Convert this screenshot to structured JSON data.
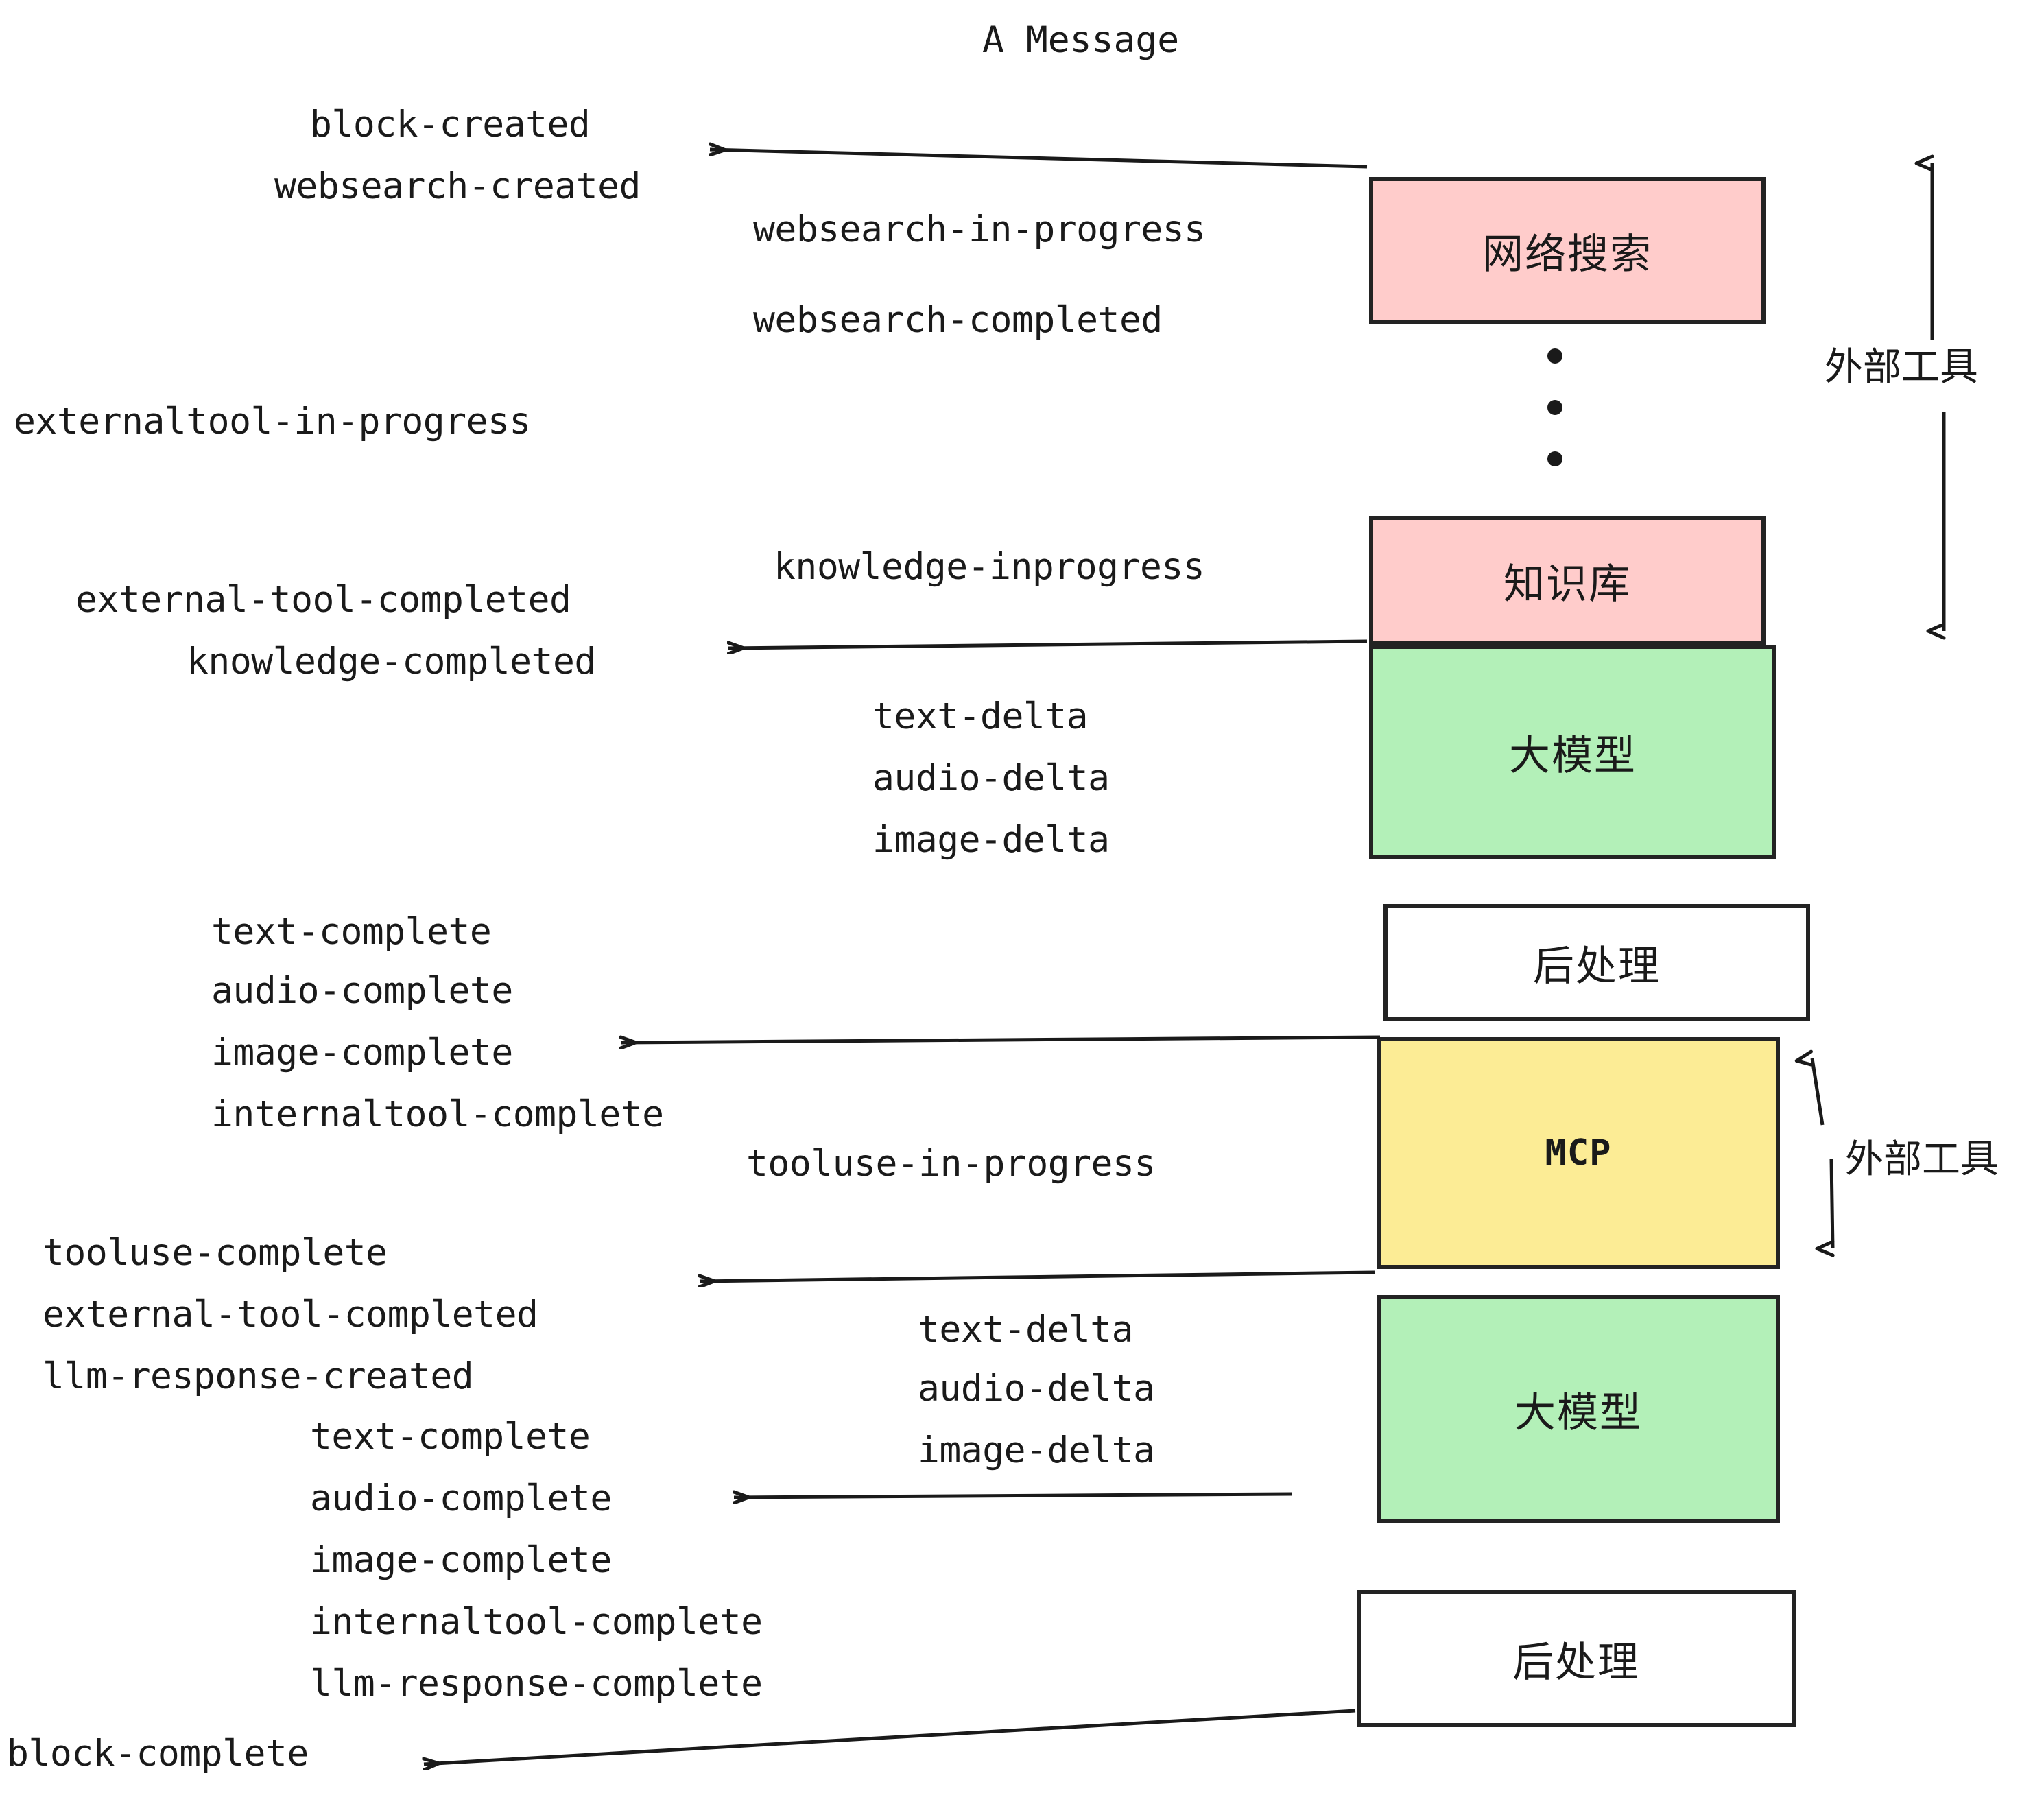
{
  "title": "A Message",
  "colors": {
    "pink": "#ffcccb",
    "green": "#b3f0b8",
    "yellow": "#fcec95",
    "white": "#ffffff",
    "stroke": "#232323",
    "text": "#1a1a1a"
  },
  "nodes": [
    {
      "id": "websearch",
      "label": "网络搜索",
      "fill": "#ffcccb",
      "script": "cjk"
    },
    {
      "id": "knowledge",
      "label": "知识库",
      "fill": "#ffcccb",
      "script": "cjk"
    },
    {
      "id": "llm-1",
      "label": "大模型",
      "fill": "#b3f0b8",
      "script": "cjk"
    },
    {
      "id": "postprocess-1",
      "label": "后处理",
      "fill": "#ffffff",
      "script": "cjk"
    },
    {
      "id": "mcp",
      "label": "MCP",
      "fill": "#fcec95",
      "script": "latin"
    },
    {
      "id": "llm-2",
      "label": "大模型",
      "fill": "#b3f0b8",
      "script": "cjk"
    },
    {
      "id": "postprocess-2",
      "label": "后处理",
      "fill": "#ffffff",
      "script": "cjk"
    }
  ],
  "group_labels": [
    {
      "id": "external-tools-top",
      "label": "外部工具"
    },
    {
      "id": "external-tools-bottom",
      "label": "外部工具"
    }
  ],
  "events": [
    {
      "id": "e01",
      "text": "block-created"
    },
    {
      "id": "e02",
      "text": "websearch-created"
    },
    {
      "id": "e03",
      "text": "websearch-in-progress"
    },
    {
      "id": "e04",
      "text": "websearch-completed"
    },
    {
      "id": "e05",
      "text": "externaltool-in-progress"
    },
    {
      "id": "e06",
      "text": "knowledge-inprogress"
    },
    {
      "id": "e07",
      "text": "external-tool-completed"
    },
    {
      "id": "e08",
      "text": "knowledge-completed"
    },
    {
      "id": "e09",
      "text": "text-delta"
    },
    {
      "id": "e10",
      "text": "audio-delta"
    },
    {
      "id": "e11",
      "text": "image-delta"
    },
    {
      "id": "e12",
      "text": "text-complete"
    },
    {
      "id": "e13",
      "text": "audio-complete"
    },
    {
      "id": "e14",
      "text": "image-complete"
    },
    {
      "id": "e15",
      "text": "internaltool-complete"
    },
    {
      "id": "e16",
      "text": "tooluse-in-progress"
    },
    {
      "id": "e17",
      "text": "tooluse-complete"
    },
    {
      "id": "e18",
      "text": "external-tool-completed"
    },
    {
      "id": "e19",
      "text": "llm-response-created"
    },
    {
      "id": "e20",
      "text": "text-delta"
    },
    {
      "id": "e21",
      "text": "audio-delta"
    },
    {
      "id": "e22",
      "text": "image-delta"
    },
    {
      "id": "e23",
      "text": "text-complete"
    },
    {
      "id": "e24",
      "text": "audio-complete"
    },
    {
      "id": "e25",
      "text": "image-complete"
    },
    {
      "id": "e26",
      "text": "internaltool-complete"
    },
    {
      "id": "e27",
      "text": "llm-response-complete"
    },
    {
      "id": "e28",
      "text": "block-complete"
    }
  ],
  "chart_data": {
    "type": "diagram",
    "title": "A Message",
    "description": "Streaming event-sequence diagram for a single message block",
    "lanes": [
      {
        "node": "网络搜索",
        "fill": "#ffcccb",
        "emits": [
          "block-created",
          "websearch-created",
          "websearch-in-progress",
          "websearch-completed"
        ]
      },
      {
        "node": "知识库",
        "fill": "#ffcccb",
        "emits": [
          "externaltool-in-progress",
          "knowledge-inprogress",
          "external-tool-completed",
          "knowledge-completed"
        ]
      },
      {
        "node": "大模型",
        "fill": "#b3f0b8",
        "emits": [
          "text-delta",
          "audio-delta",
          "image-delta"
        ]
      },
      {
        "node": "后处理",
        "fill": "#ffffff",
        "emits": [
          "text-complete",
          "audio-complete",
          "image-complete",
          "internaltool-complete"
        ]
      },
      {
        "node": "MCP",
        "fill": "#fcec95",
        "emits": [
          "tooluse-in-progress",
          "tooluse-complete",
          "external-tool-completed",
          "llm-response-created"
        ]
      },
      {
        "node": "大模型",
        "fill": "#b3f0b8",
        "emits": [
          "text-delta",
          "audio-delta",
          "image-delta"
        ]
      },
      {
        "node": "后处理",
        "fill": "#ffffff",
        "emits": [
          "text-complete",
          "audio-complete",
          "image-complete",
          "internaltool-complete",
          "llm-response-complete",
          "block-complete"
        ]
      }
    ],
    "group_annotations": [
      "外部工具",
      "外部工具"
    ]
  }
}
